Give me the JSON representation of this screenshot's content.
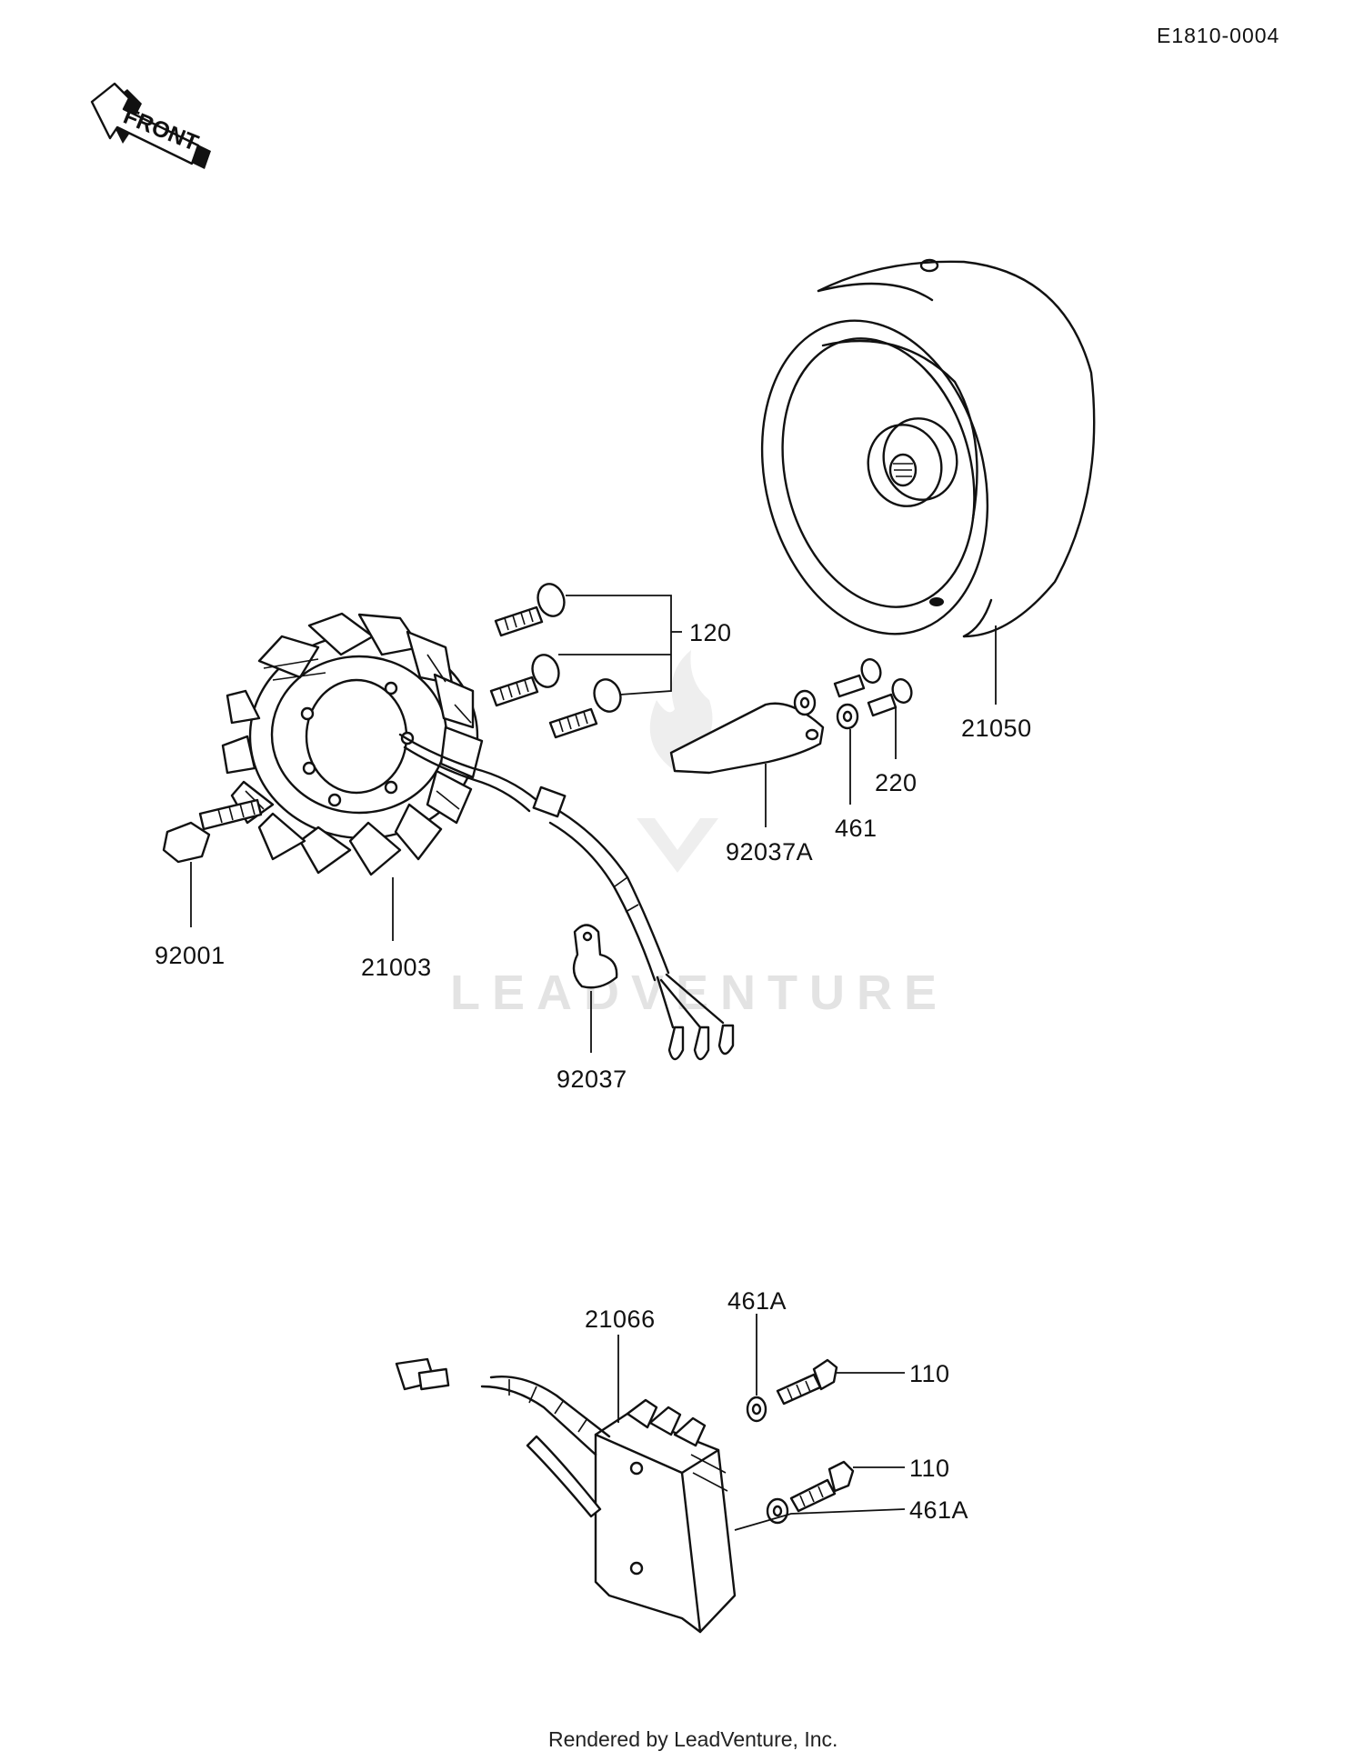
{
  "diagram_code": "E1810-0004",
  "front_arrow_label": "FRONT",
  "watermark": "LEADVENTURE",
  "footer": "Rendered by LeadVenture, Inc.",
  "callouts": {
    "p120": "120",
    "p21050": "21050",
    "p220": "220",
    "p461": "461",
    "p92037a": "92037A",
    "p92001": "92001",
    "p21003": "21003",
    "p92037": "92037",
    "p21066": "21066",
    "p461a_top": "461A",
    "p110_top": "110",
    "p110_bottom": "110",
    "p461a_bottom": "461A"
  }
}
